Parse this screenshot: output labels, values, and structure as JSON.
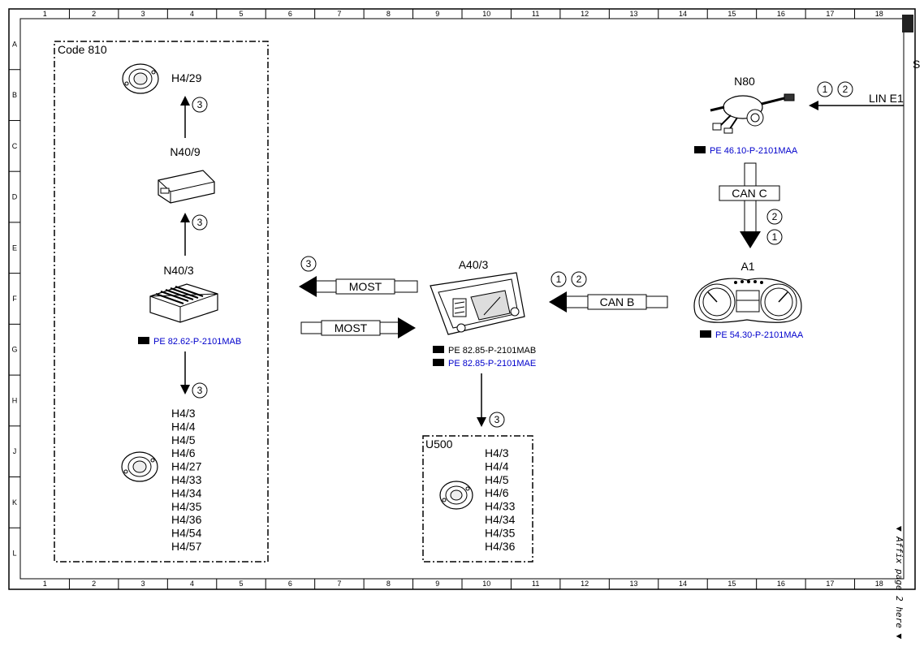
{
  "grid": {
    "columns": [
      "1",
      "2",
      "3",
      "4",
      "5",
      "6",
      "7",
      "8",
      "9",
      "10",
      "11",
      "12",
      "13",
      "14",
      "15",
      "16",
      "17",
      "18"
    ],
    "rows": [
      "A",
      "B",
      "C",
      "D",
      "E",
      "F",
      "G",
      "H",
      "J",
      "K",
      "L"
    ]
  },
  "left_group": {
    "title": "Code 810",
    "top_speaker_label": "H4/29",
    "n40_9": "N40/9",
    "n40_3": "N40/3",
    "n40_3_ref": "PE 82.62-P-2101MAB",
    "speakers": [
      "H4/3",
      "H4/4",
      "H4/5",
      "H4/6",
      "H4/27",
      "H4/33",
      "H4/34",
      "H4/35",
      "H4/36",
      "H4/54",
      "H4/57"
    ]
  },
  "u500_group": {
    "title": "U500",
    "speakers": [
      "H4/3",
      "H4/4",
      "H4/5",
      "H4/6",
      "H4/33",
      "H4/34",
      "H4/35",
      "H4/36"
    ]
  },
  "a40_3": {
    "label": "A40/3",
    "refs": [
      "PE 82.85-P-2101MAB",
      "PE 82.85-P-2101MAE"
    ]
  },
  "n80": {
    "label": "N80",
    "ref": "PE 46.10-P-2101MAA"
  },
  "a1": {
    "label": "A1",
    "ref": "PE 54.30-P-2101MAA"
  },
  "buses": {
    "most_out": "MOST",
    "most_in": "MOST",
    "can_b": "CAN B",
    "can_c": "CAN C",
    "lin_e1": "LIN E1"
  },
  "circles": {
    "one": "1",
    "two": "2",
    "three": "3"
  },
  "margin": {
    "corner_letter": "S",
    "affix_note": "▼ Affix page 2 here ▼"
  }
}
